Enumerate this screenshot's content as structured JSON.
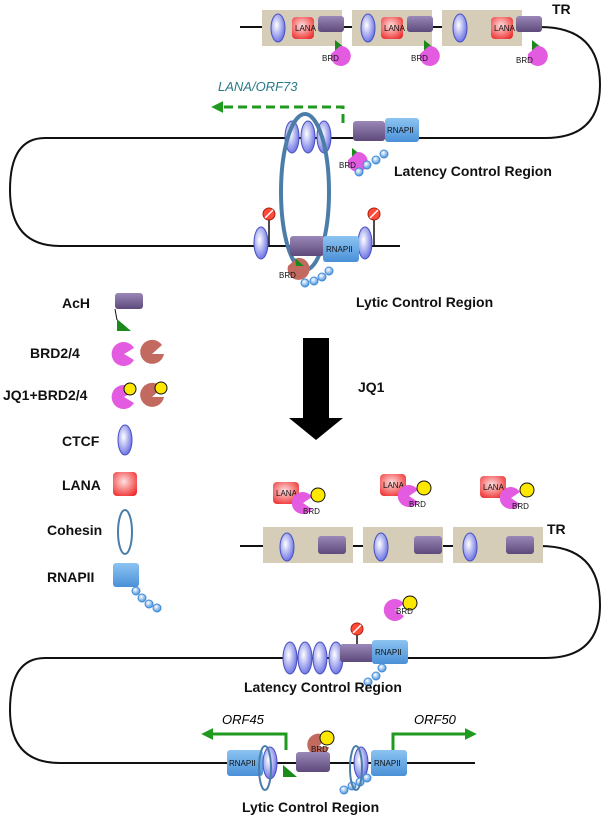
{
  "diagram": {
    "labels": {
      "tr_top": "TR",
      "tr_bottom": "TR",
      "lana_orf73": "LANA/ORF73",
      "latency_top": "Latency Control Region",
      "lytic_top": "Lytic Control Region",
      "jq1_arrow": "JQ1",
      "latency_bottom": "Latency Control Region",
      "lytic_bottom": "Lytic Control Region",
      "orf45": "ORF45",
      "orf50": "ORF50"
    },
    "mini": {
      "lana": "LANA",
      "brd": "BRD",
      "rnapii": "RNAPII"
    },
    "legend": [
      {
        "label": "AcH"
      },
      {
        "label": "BRD2/4"
      },
      {
        "label": "JQ1+BRD2/4"
      },
      {
        "label": "CTCF"
      },
      {
        "label": "LANA"
      },
      {
        "label": "Cohesin"
      },
      {
        "label": "RNAPII"
      }
    ],
    "colors": {
      "lana_fill": "#ff4a4a",
      "brd_magenta": "#e35be0",
      "brd_brown": "#c26a60",
      "ctcf": "#5a62e0",
      "nucleosome": "#6e5a8c",
      "rnapii": "#5ba0dd",
      "cohesin": "#4a7ea8",
      "arrow_green": "#1f9a1f",
      "jq1_yellow": "#ffe800"
    }
  }
}
